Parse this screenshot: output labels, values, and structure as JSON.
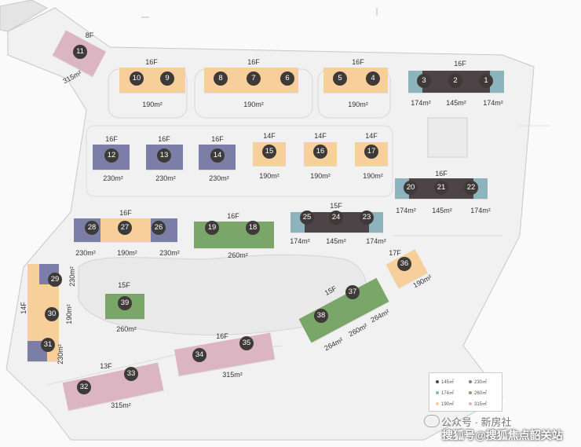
{
  "colors": {
    "190": "#f7cf9a",
    "230": "#7b7fa8",
    "174": "#8db4bd",
    "145": "#4e4448",
    "260": "#7aa66a",
    "264": "#7aa66a",
    "315": "#dcb5c2"
  },
  "buildings": [
    {
      "id": "11",
      "floors": "8F",
      "area": "315m²"
    },
    {
      "id": "10",
      "floors": "",
      "area": ""
    },
    {
      "id": "9",
      "floors": "16F",
      "area": "190m²"
    },
    {
      "id": "8",
      "floors": "",
      "area": ""
    },
    {
      "id": "7",
      "floors": "16F",
      "area": "190m²"
    },
    {
      "id": "6",
      "floors": "",
      "area": ""
    },
    {
      "id": "5",
      "floors": "",
      "area": ""
    },
    {
      "id": "4",
      "floors": "16F",
      "area": "190m²"
    },
    {
      "id": "3",
      "floors": "",
      "area": "174m²"
    },
    {
      "id": "2",
      "floors": "16F",
      "area": "145m²"
    },
    {
      "id": "1",
      "floors": "",
      "area": "174m²"
    },
    {
      "id": "12",
      "floors": "16F",
      "area": "230m²"
    },
    {
      "id": "13",
      "floors": "16F",
      "area": "230m²"
    },
    {
      "id": "14",
      "floors": "16F",
      "area": "230m²"
    },
    {
      "id": "15",
      "floors": "14F",
      "area": "190m²"
    },
    {
      "id": "16",
      "floors": "14F",
      "area": "190m²"
    },
    {
      "id": "17",
      "floors": "14F",
      "area": "190m²"
    },
    {
      "id": "20",
      "floors": "",
      "area": "174m²"
    },
    {
      "id": "21",
      "floors": "16F",
      "area": "145m²"
    },
    {
      "id": "22",
      "floors": "",
      "area": "174m²"
    },
    {
      "id": "28",
      "floors": "",
      "area": "230m²"
    },
    {
      "id": "27",
      "floors": "16F",
      "area": "190m²"
    },
    {
      "id": "26",
      "floors": "",
      "area": "230m²"
    },
    {
      "id": "19",
      "floors": "",
      "area": ""
    },
    {
      "id": "18",
      "floors": "16F",
      "area": "260m²"
    },
    {
      "id": "25",
      "floors": "",
      "area": "174m²"
    },
    {
      "id": "24",
      "floors": "15F",
      "area": "145m²"
    },
    {
      "id": "23",
      "floors": "",
      "area": "174m²"
    },
    {
      "id": "36",
      "floors": "17F",
      "area": "190m²"
    },
    {
      "id": "29",
      "floors": "",
      "area": "230m²"
    },
    {
      "id": "30",
      "floors": "14F",
      "area": "190m²"
    },
    {
      "id": "31",
      "floors": "",
      "area": "230m²"
    },
    {
      "id": "39",
      "floors": "15F",
      "area": "260m²"
    },
    {
      "id": "38",
      "floors": "",
      "area": "264m²"
    },
    {
      "id": "37",
      "floors": "15F",
      "area": "260m²"
    },
    {
      "id": "37b",
      "floors": "",
      "area": "264m²"
    },
    {
      "id": "34",
      "floors": "",
      "area": ""
    },
    {
      "id": "35",
      "floors": "16F",
      "area": "315m²"
    },
    {
      "id": "32",
      "floors": "",
      "area": ""
    },
    {
      "id": "33",
      "floors": "13F",
      "area": "315m²"
    }
  ],
  "legend": [
    {
      "label": "145㎡",
      "color": "#4e4448"
    },
    {
      "label": "230㎡",
      "color": "#7b7fa8"
    },
    {
      "label": "174㎡",
      "color": "#8db4bd"
    },
    {
      "label": "260㎡",
      "color": "#7aa66a"
    },
    {
      "label": "190㎡",
      "color": "#f7cf9a"
    },
    {
      "label": "315㎡",
      "color": "#dcb5c2"
    }
  ],
  "watermark": {
    "line1": "公众号 · 新房社",
    "line2": "搜狐号@搜狐焦点韶关站"
  }
}
